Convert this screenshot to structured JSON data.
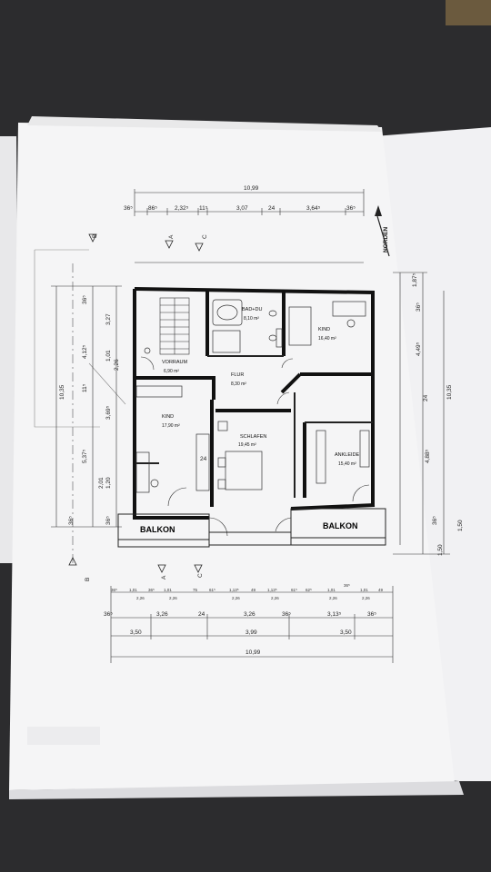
{
  "plan": {
    "north_label": "NORDEN",
    "section_marks": {
      "a": "A",
      "b": "B",
      "c": "C"
    },
    "rooms": {
      "bad": {
        "name": "BAD+DU",
        "area": "8,10 m²"
      },
      "kind_ne": {
        "name": "KIND",
        "area": "16,40 m²"
      },
      "vorraum": {
        "name": "VORRAUM",
        "area": "6,90 m²"
      },
      "flur": {
        "name": "FLUR",
        "area": "8,30 m²"
      },
      "kind_w": {
        "name": "KIND",
        "area": "17,90 m²"
      },
      "schlafen": {
        "name": "SCHLAFEN",
        "area": "19,45 m²"
      },
      "ankleide": {
        "name": "ANKLEIDE",
        "area": "15,40 m²"
      },
      "balkon_left": {
        "name": "BALKON"
      },
      "balkon_right": {
        "name": "BALKON"
      },
      "wall_24": "24"
    },
    "dims": {
      "top_total": "10,99",
      "top_parts": [
        "36⁵",
        "86⁵",
        "2,32⁵",
        "11⁵",
        "3,07",
        "24",
        "3,64⁵",
        "36⁵"
      ],
      "left_inner": [
        "36⁵",
        "3,27",
        "1,01",
        "2,26",
        "11⁵",
        "3,69⁵",
        "2,01",
        "1,20",
        "36⁵"
      ],
      "left_mid": [
        "4,12⁵",
        "5,37⁵"
      ],
      "left_outer": [
        "10,35"
      ],
      "right_inner": [
        "1,87⁵",
        "36⁵",
        "4,49⁵",
        "24",
        "4,88⁵",
        "36⁵",
        "1,50"
      ],
      "right_outer": [
        "10,35",
        "1,50"
      ],
      "bottom_row1": [
        "36⁵",
        "1,01",
        "36⁵",
        "1,01",
        "75",
        "61⁵",
        "1,13⁵",
        "49",
        "1,13⁵",
        "61⁵",
        "62⁵",
        "1,01",
        "36⁵",
        "1,01",
        "49"
      ],
      "bottom_row1b": [
        "2,26",
        "2,26",
        "2,26",
        "2,26",
        "2,26",
        "2,26"
      ],
      "bottom_row2": [
        "36⁵",
        "3,26",
        "24",
        "3,26",
        "36⁵",
        "3,13⁵",
        "36⁵"
      ],
      "bottom_row3": [
        "3,50",
        "3,99",
        "3,50"
      ],
      "bottom_total": "10,99"
    }
  }
}
